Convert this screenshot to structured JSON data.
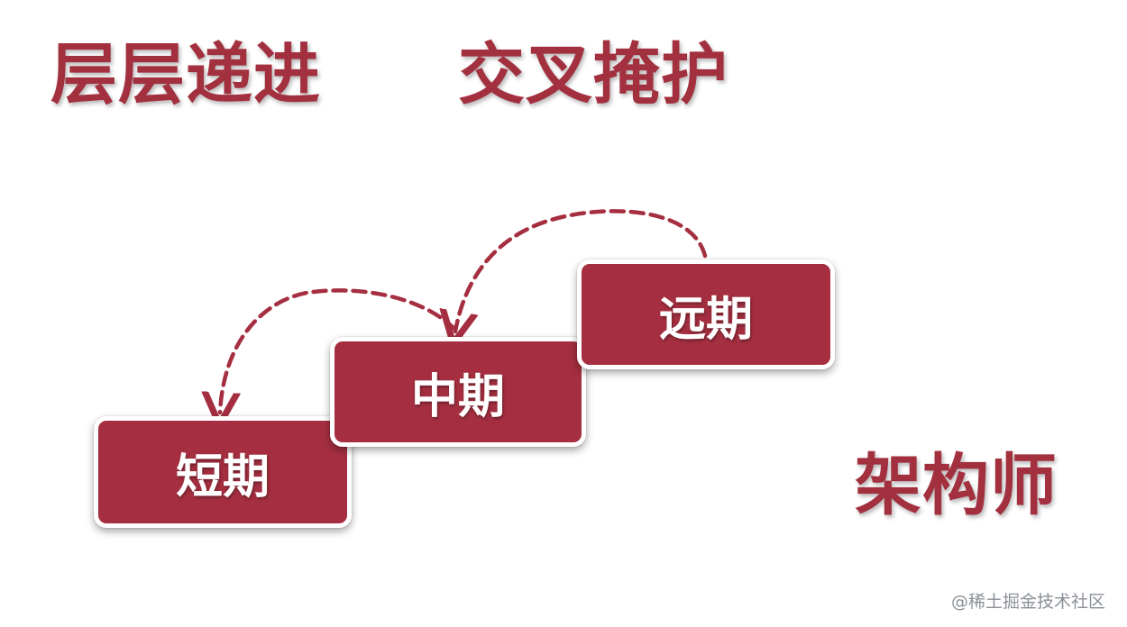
{
  "headings": {
    "left": "层层递进",
    "right": "交叉掩护"
  },
  "stages": {
    "short": "短期",
    "mid": "中期",
    "long": "远期"
  },
  "role": "架构师",
  "watermark": "@稀土掘金技术社区",
  "colors": {
    "brand": "#a52f40",
    "text_accent": "#a3303f",
    "background": "#ffffff",
    "watermark": "#8a8f97"
  },
  "arrows": {
    "style": "dashed",
    "connections": [
      {
        "from": "long",
        "to": "mid"
      },
      {
        "from": "mid",
        "to": "short"
      }
    ]
  }
}
